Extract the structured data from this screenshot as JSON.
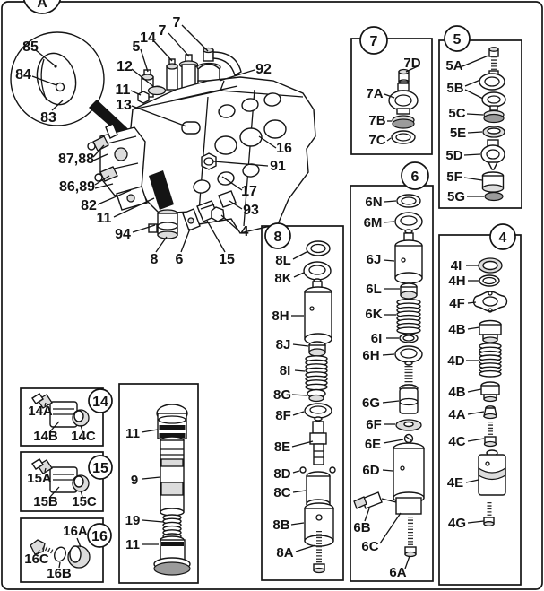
{
  "figure": {
    "corner_letter": "A"
  },
  "detail_view": {
    "callouts": [
      "85",
      "84",
      "83"
    ]
  },
  "main_view": {
    "callouts": [
      "7",
      "7",
      "14",
      "5",
      "12",
      "92",
      "11",
      "13",
      "16",
      "91",
      "17",
      "93",
      "4",
      "87,88",
      "86,89",
      "82",
      "11",
      "94",
      "8",
      "6",
      "15"
    ]
  },
  "group7": {
    "number": "7",
    "parts": [
      "7D",
      "7A",
      "7B",
      "7C"
    ]
  },
  "group5": {
    "number": "5",
    "parts": [
      "5A",
      "5B",
      "5C",
      "5E",
      "5D",
      "5F",
      "5G"
    ]
  },
  "group6": {
    "number": "6",
    "parts": [
      "6N",
      "6M",
      "6J",
      "6L",
      "6K",
      "6I",
      "6H",
      "6G",
      "6F",
      "6E",
      "6D",
      "6B",
      "6C",
      "6A"
    ]
  },
  "group4": {
    "number": "4",
    "parts": [
      "4I",
      "4H",
      "4F",
      "4B",
      "4D",
      "4B",
      "4A",
      "4C",
      "4E",
      "4G"
    ]
  },
  "group8": {
    "number": "8",
    "parts": [
      "8L",
      "8K",
      "8H",
      "8J",
      "8I",
      "8G",
      "8F",
      "8E",
      "8D",
      "8C",
      "8B",
      "8A"
    ]
  },
  "group14": {
    "number": "14",
    "parts": [
      "14A",
      "14B",
      "14C"
    ]
  },
  "group15": {
    "number": "15",
    "parts": [
      "15A",
      "15B",
      "15C"
    ]
  },
  "group16": {
    "number": "16",
    "parts": [
      "16A",
      "16C",
      "16B"
    ]
  },
  "spool_group": {
    "parts": [
      "11",
      "9",
      "19",
      "11"
    ]
  },
  "colors": {
    "line": "#141414",
    "shade": "#dcdcdc",
    "dark_shade": "#9b9b9b",
    "background": "#ffffff"
  }
}
